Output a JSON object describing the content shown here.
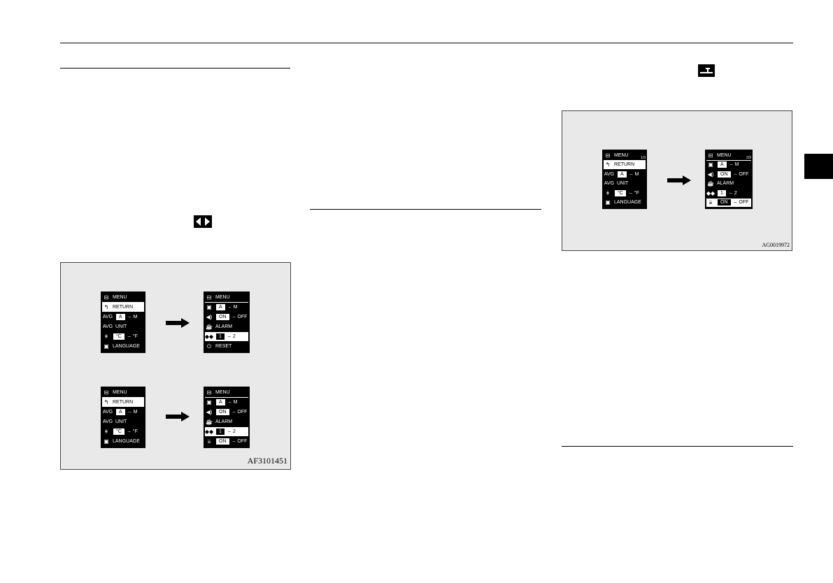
{
  "figures": [
    {
      "code": "AF3101451",
      "screens": [
        {
          "rows": [
            {
              "icon": "toolbox-icon",
              "glyph": "⊟",
              "text": "MENU",
              "title": true
            },
            {
              "icon": "return-icon",
              "glyph": "↰",
              "text": "RETURN",
              "highlight": true
            },
            {
              "label": "AVG",
              "box": "A",
              "alt": "M"
            },
            {
              "label": "AVG",
              "text": "UNIT"
            },
            {
              "icon": "thermometer-icon",
              "glyph": "ǂ",
              "box": "°C",
              "alt": "°F"
            },
            {
              "icon": "language-icon",
              "glyph": "▣",
              "text": "LANGUAGE"
            }
          ]
        },
        {
          "rows": [
            {
              "icon": "toolbox-icon",
              "glyph": "⊟",
              "text": "MENU",
              "title": true
            },
            {
              "icon": "language-icon",
              "glyph": "▣",
              "box": "A",
              "alt": "M"
            },
            {
              "icon": "speaker-icon",
              "glyph": "◀)",
              "box": "ON",
              "alt": "OFF"
            },
            {
              "icon": "coffee-cup-icon",
              "glyph": "☕",
              "text": "ALARM"
            },
            {
              "icon": "left-right-arrows-icon",
              "glyph": "◆◆",
              "box": "1",
              "alt": "2",
              "highlight": true
            },
            {
              "icon": "reset-icon",
              "glyph": "⏻",
              "text": "RESET"
            }
          ]
        },
        {
          "rows": [
            {
              "icon": "toolbox-icon",
              "glyph": "⊟",
              "text": "MENU",
              "title": true
            },
            {
              "icon": "return-icon",
              "glyph": "↰",
              "text": "RETURN",
              "highlight": true
            },
            {
              "label": "AVG",
              "box": "A",
              "alt": "M"
            },
            {
              "label": "AVG",
              "text": "UNIT"
            },
            {
              "icon": "thermometer-icon",
              "glyph": "ǂ",
              "box": "°C",
              "alt": "°F"
            },
            {
              "icon": "language-icon",
              "glyph": "▣",
              "text": "LANGUAGE"
            }
          ]
        },
        {
          "rows": [
            {
              "icon": "toolbox-icon",
              "glyph": "⊟",
              "text": "MENU",
              "title": true
            },
            {
              "icon": "language-icon",
              "glyph": "▣",
              "box": "A",
              "alt": "M"
            },
            {
              "icon": "speaker-icon",
              "glyph": "◀)",
              "box": "ON",
              "alt": "OFF"
            },
            {
              "icon": "coffee-cup-icon",
              "glyph": "☕",
              "text": "ALARM"
            },
            {
              "icon": "left-right-arrows-icon",
              "glyph": "◆◆",
              "box": "1",
              "alt": "2",
              "highlight": true
            },
            {
              "icon": "lane-icon",
              "glyph": "⩸",
              "box": "ON",
              "alt": "OFF"
            }
          ]
        }
      ]
    },
    {
      "code": "AG0019972",
      "screens": [
        {
          "rows": [
            {
              "icon": "toolbox-icon",
              "glyph": "⊟",
              "text": "MENU",
              "page": "1/3",
              "title": true
            },
            {
              "icon": "return-icon",
              "glyph": "↰",
              "text": "RETURN",
              "highlight": true
            },
            {
              "label": "AVG",
              "box": "A",
              "alt": "M"
            },
            {
              "label": "AVG",
              "text": "UNIT"
            },
            {
              "icon": "thermometer-icon",
              "glyph": "ǂ",
              "box": "°C",
              "alt": "°F"
            },
            {
              "icon": "language-icon",
              "glyph": "▣",
              "text": "LANGUAGE"
            }
          ]
        },
        {
          "rows": [
            {
              "icon": "toolbox-icon",
              "glyph": "⊟",
              "text": "MENU",
              "page": "2/3",
              "title": true
            },
            {
              "icon": "language-icon",
              "glyph": "▣",
              "box": "A",
              "alt": "M"
            },
            {
              "icon": "speaker-icon",
              "glyph": "◀)",
              "box": "ON",
              "alt": "OFF"
            },
            {
              "icon": "coffee-cup-icon",
              "glyph": "☕",
              "text": "ALARM"
            },
            {
              "icon": "left-right-arrows-icon",
              "glyph": "◆◆",
              "box": "1",
              "alt": "2"
            },
            {
              "icon": "lane-icon",
              "glyph": "⩸",
              "box": "ON",
              "alt": "OFF",
              "highlight": true
            }
          ]
        }
      ]
    }
  ]
}
